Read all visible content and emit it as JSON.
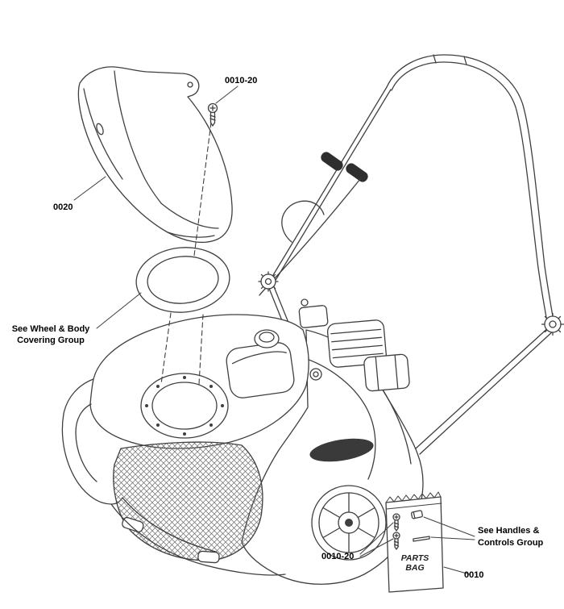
{
  "colors": {
    "background": "#ffffff",
    "line": "#3f3f3f",
    "label_text": "#000000",
    "dark_fill": "#2e2e2e"
  },
  "labels": {
    "screw_top": "0010-20",
    "deflector": "0020",
    "wheel_body_group": "See Wheel & Body\nCovering Group",
    "bag_screws": "0010-20",
    "handles_group": "See Handles &\nControls Group",
    "parts_bag_number": "0010",
    "parts_bag_text": "PARTS\nBAG"
  },
  "drawing_parts": [
    "chute-deflector",
    "mounting-screw",
    "retainer-ring",
    "auger-housing-body",
    "engine",
    "handle-assembly",
    "wheel",
    "parts-bag"
  ]
}
